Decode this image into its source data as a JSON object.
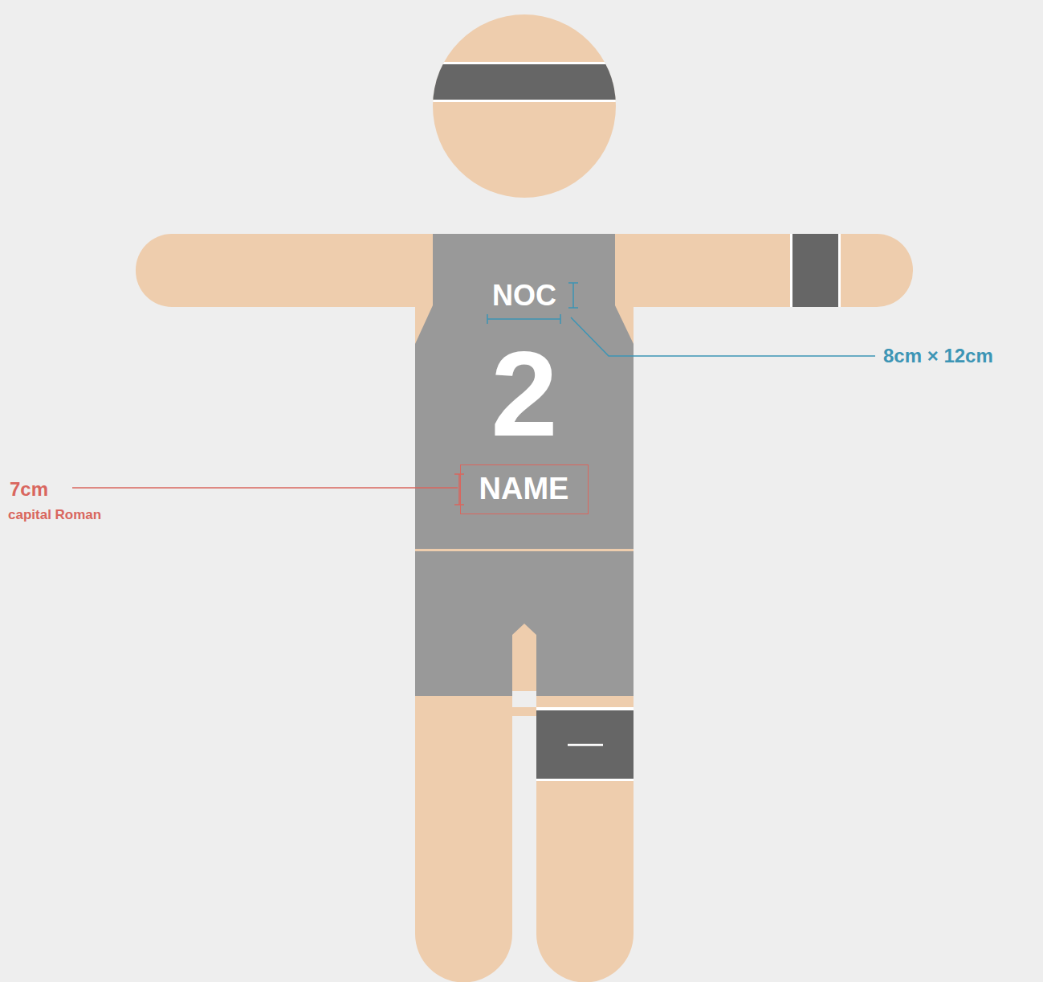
{
  "diagram": {
    "nodes": [
      {
        "text": [
          "NOC",
          "2"
        ]
      },
      {
        "text": [
          "NAME"
        ],
        "in": 0
      }
    ],
    "labels": [
      "8cm × 12cm",
      "7cm",
      "capital Roman"
    ]
  }
}
